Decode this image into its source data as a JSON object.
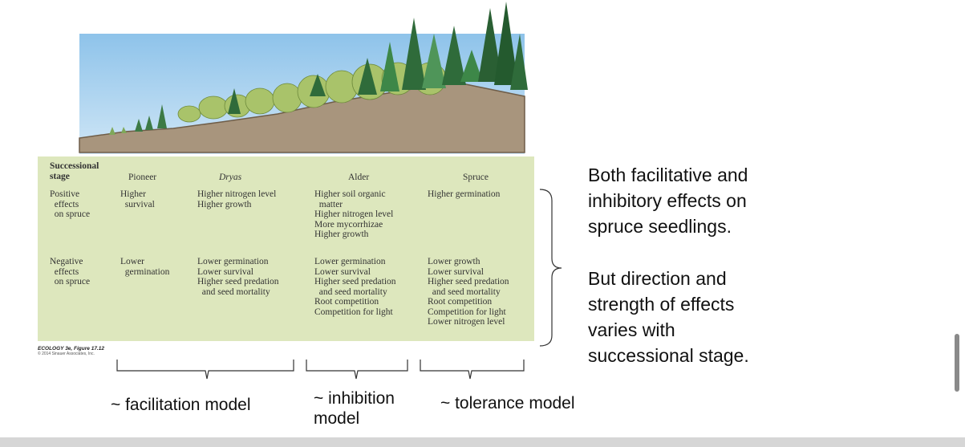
{
  "table": {
    "headers": {
      "stage": "Successional\nstage",
      "pioneer": "Pioneer",
      "dryas": "Dryas",
      "alder": "Alder",
      "spruce": "Spruce"
    },
    "positive": {
      "label": "Positive\n  effects\n  on spruce",
      "pioneer": "Higher\n  survival",
      "dryas": "Higher nitrogen level\nHigher growth",
      "alder": "Higher soil organic\n  matter\nHigher nitrogen level\nMore mycorrhizae\nHigher growth",
      "spruce": "Higher germination"
    },
    "negative": {
      "label": "Negative\n  effects\n  on spruce",
      "pioneer": "Lower\n  germination",
      "dryas": "Lower germination\nLower survival\nHigher seed predation\n  and seed mortality",
      "alder": "Lower germination\nLower survival\nHigher seed predation\n  and seed mortality\nRoot competition\nCompetition for light",
      "spruce": "Lower growth\nLower survival\nHigher seed predation\n  and seed mortality\nRoot competition\nCompetition for light\nLower nitrogen level"
    }
  },
  "caption": {
    "figure": "ECOLOGY 3e, Figure 17.12",
    "copyright": "© 2014 Sinauer Associates, Inc."
  },
  "side_text": {
    "para1": "Both facilitative and\ninhibitory effects on\nspruce seedlings.",
    "para2": "But direction and\nstrength of effects\nvaries with\nsuccessional stage."
  },
  "models": {
    "facilitation": "~ facilitation model",
    "inhibition": "~ inhibition\nmodel",
    "tolerance": "~ tolerance model"
  },
  "colors": {
    "sky": "#a9d2ef",
    "soil": "#a8957d",
    "table_bg": "#dde7bd",
    "dark_tree": "#2f6b3a",
    "light_tree": "#a9c36a"
  }
}
